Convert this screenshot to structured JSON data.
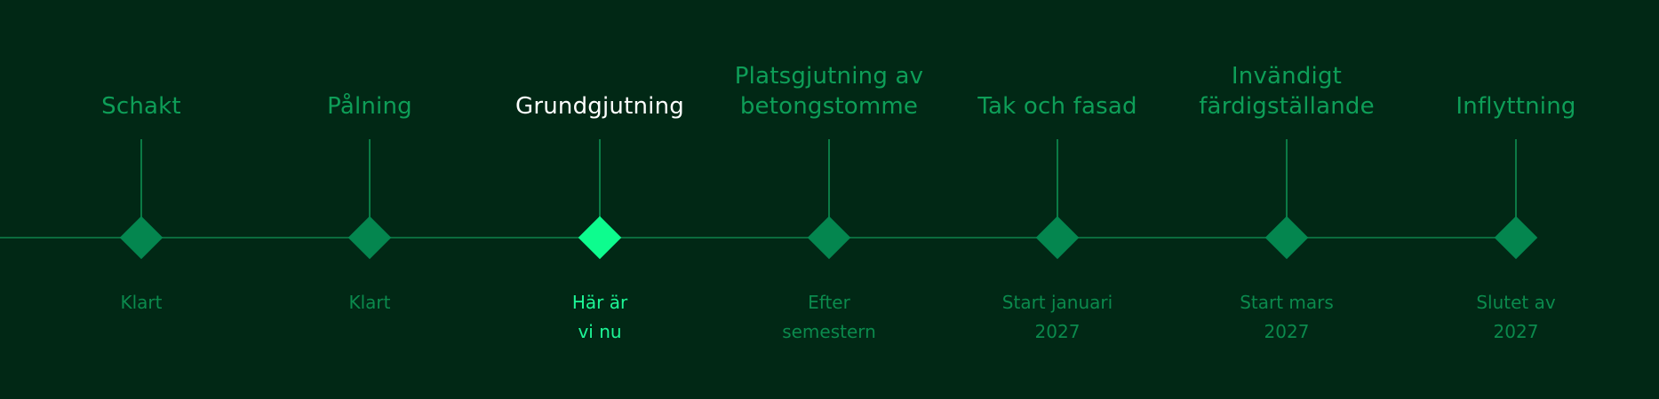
{
  "colors": {
    "background": "#012815",
    "line": "#0b6b3d",
    "marker": "#04864f",
    "text": "#0e9e58",
    "current_title": "#ffffff",
    "current_accent": "#0dfc8e"
  },
  "milestones": [
    {
      "title": [
        "Schakt"
      ],
      "status": [
        "Klart"
      ],
      "current": false
    },
    {
      "title": [
        "Pålning"
      ],
      "status": [
        "Klart"
      ],
      "current": false
    },
    {
      "title": [
        "Grundgjutning"
      ],
      "status": [
        "Här är",
        "vi nu"
      ],
      "current": true
    },
    {
      "title": [
        "Platsgjutning av",
        "betongstomme"
      ],
      "status": [
        "Efter",
        "semestern"
      ],
      "current": false
    },
    {
      "title": [
        "Tak och fasad"
      ],
      "status": [
        "Start januari",
        "2027"
      ],
      "current": false
    },
    {
      "title": [
        "Invändigt",
        "färdigställande"
      ],
      "status": [
        "Start mars",
        "2027"
      ],
      "current": false
    },
    {
      "title": [
        "Inflyttning"
      ],
      "status": [
        "Slutet av",
        "2027"
      ],
      "current": false
    }
  ]
}
